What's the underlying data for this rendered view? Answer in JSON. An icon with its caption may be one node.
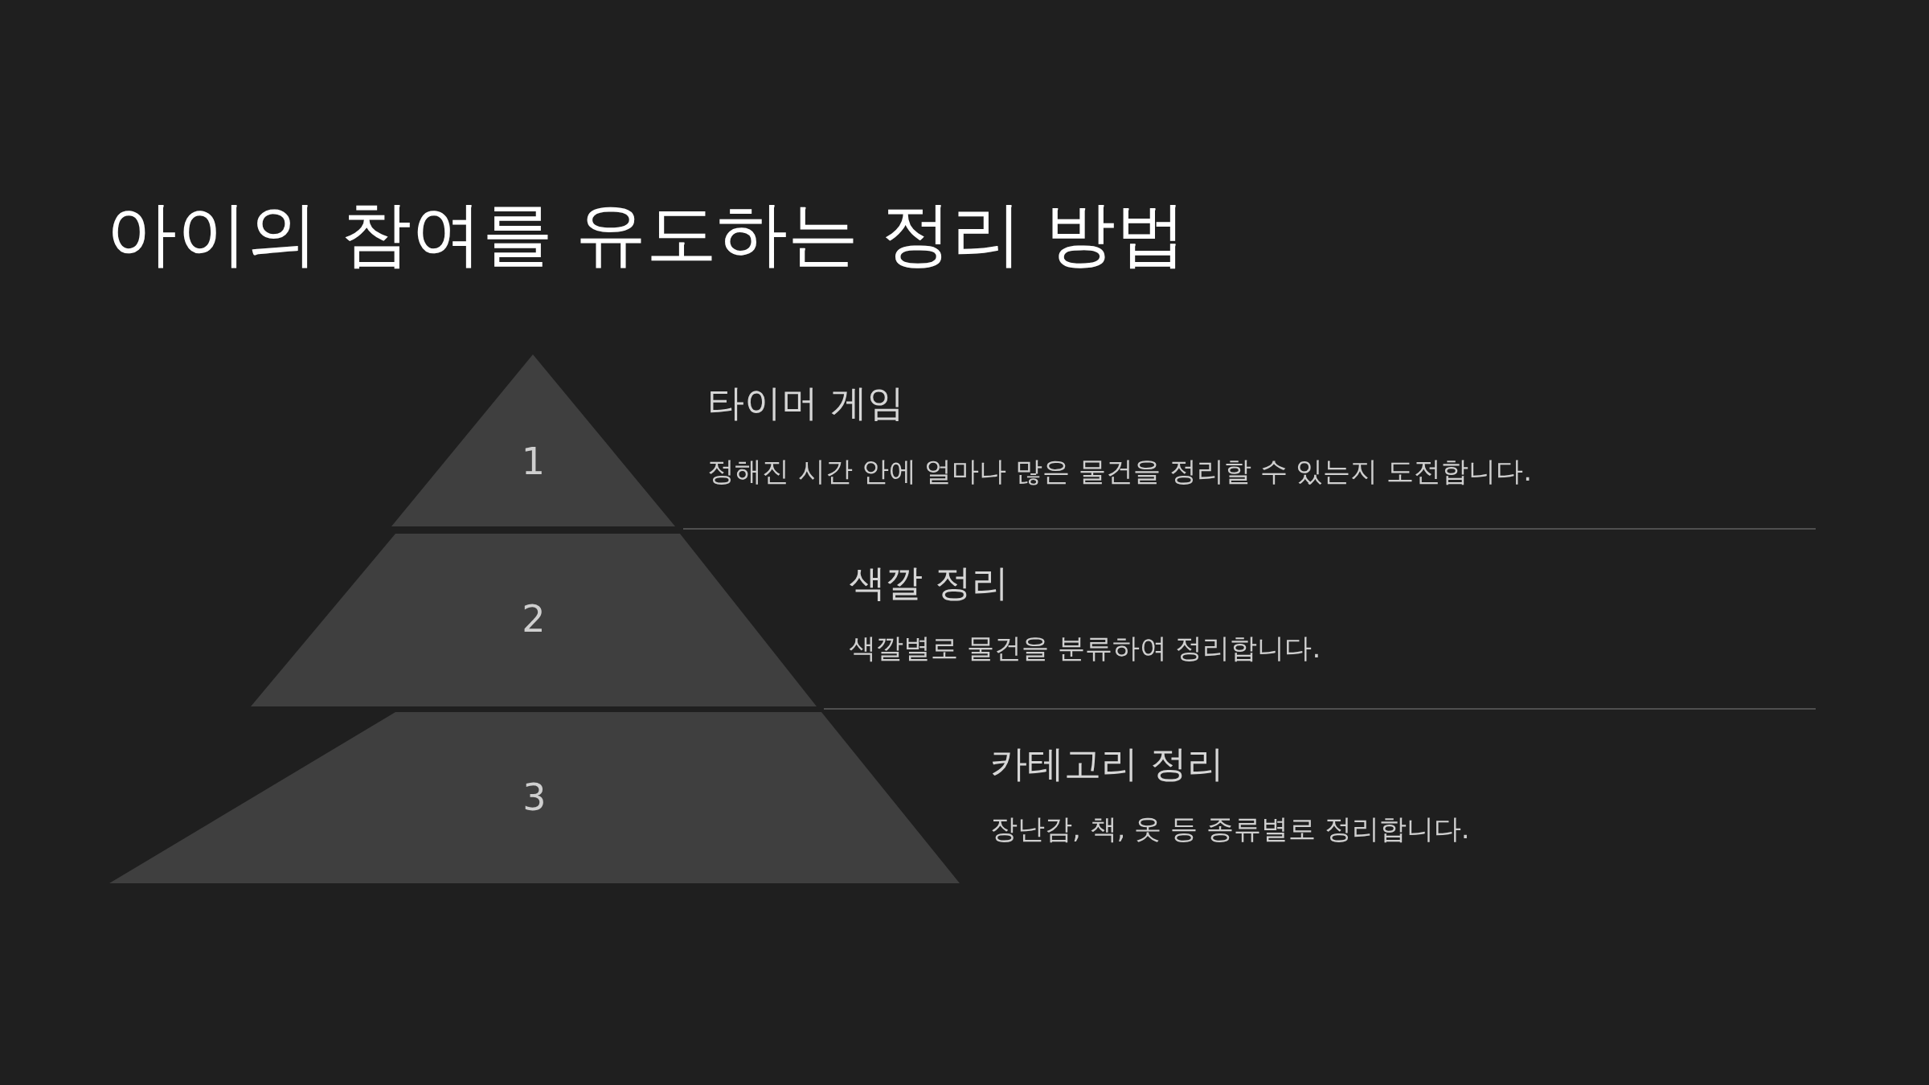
{
  "diagram": {
    "title": "아이의 참여를 유도하는 정리 방법",
    "nodes": [
      {
        "text": [
          "1"
        ],
        "beside": [
          "타이머 게임",
          "정해진 시간 안에 얼마나 많은 물건을 정리할 수 있는지 도전합니다."
        ]
      },
      {
        "text": [
          "2"
        ],
        "beside": [
          "색깔 정리",
          "색깔별로 물건을 분류하여 정리합니다."
        ]
      },
      {
        "text": [
          "3"
        ],
        "beside": [
          "카테고리 정리",
          "장난감, 책, 옷 등 종류별로 정리합니다."
        ]
      }
    ]
  }
}
